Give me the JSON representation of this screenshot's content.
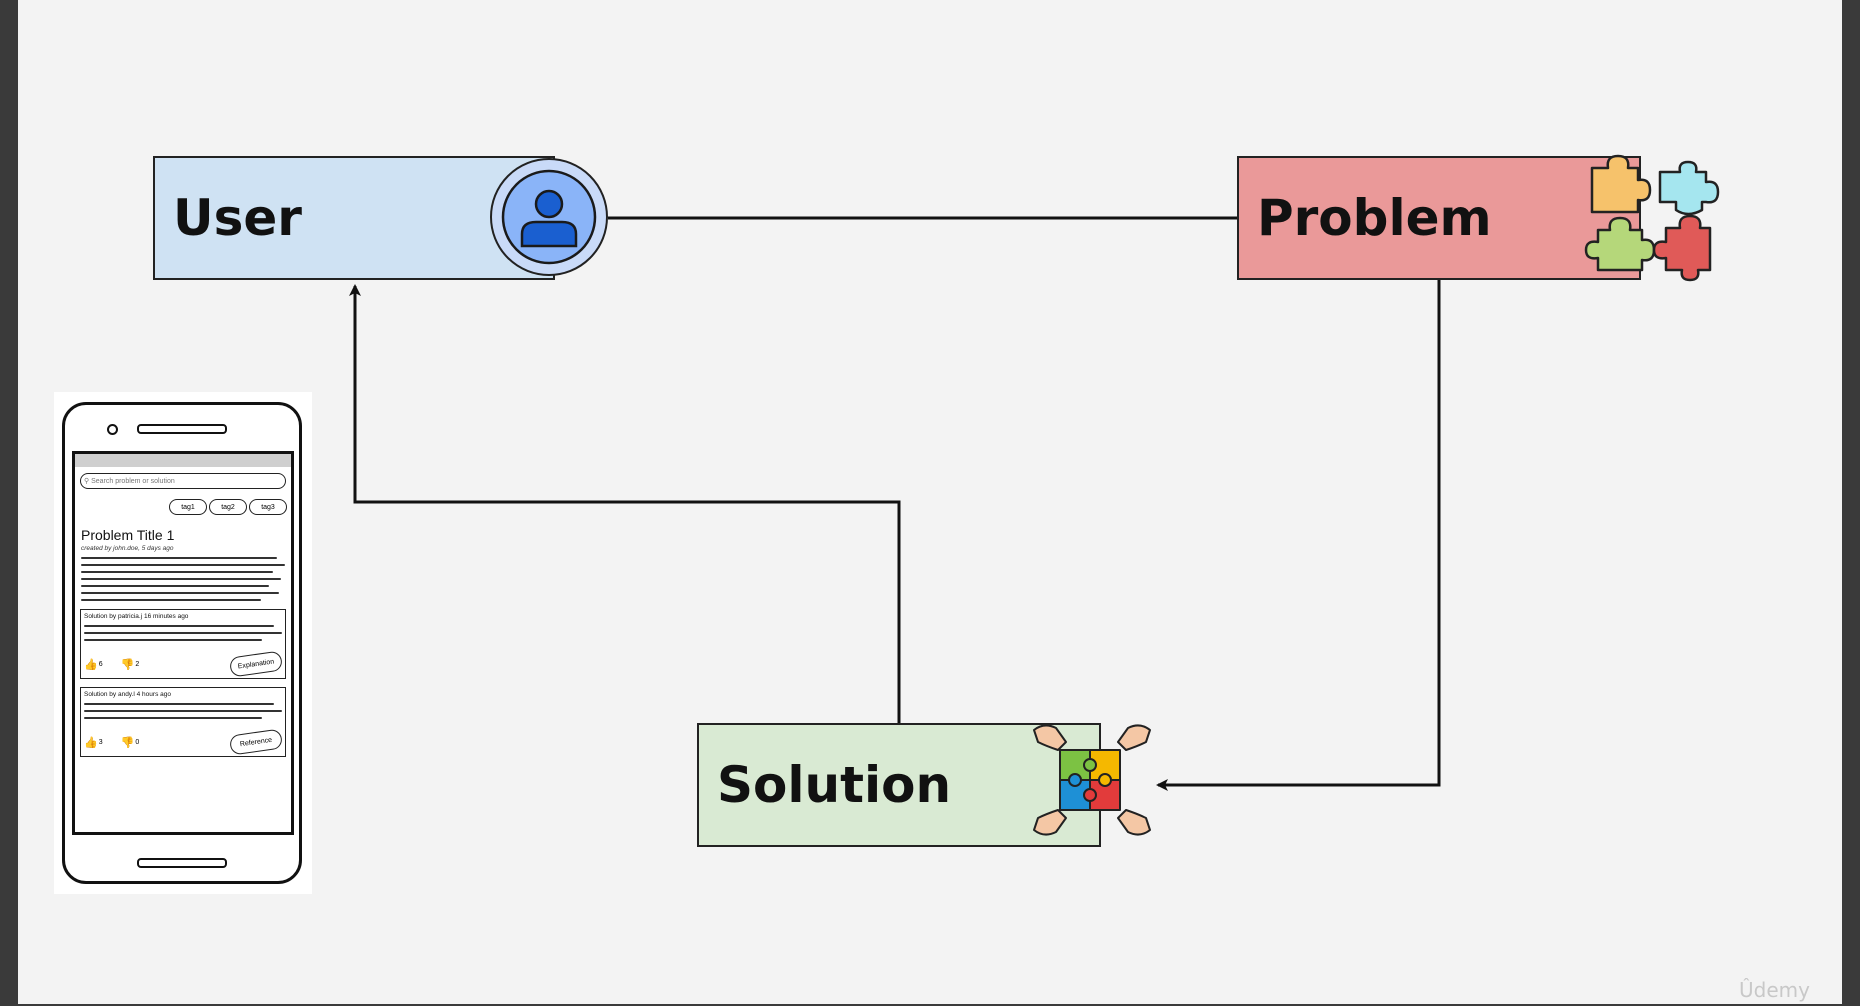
{
  "diagram": {
    "nodes": {
      "user": {
        "label": "User",
        "color": "#cfe2f3"
      },
      "problem": {
        "label": "Problem",
        "color": "#ea9999"
      },
      "solution": {
        "label": "Solution",
        "color": "#d9ead3"
      }
    },
    "edges": [
      {
        "from": "user",
        "to": "problem",
        "arrow": "none"
      },
      {
        "from": "problem",
        "to": "solution",
        "arrow": "end"
      },
      {
        "from": "solution",
        "to": "user",
        "arrow": "end"
      }
    ],
    "icons": {
      "user": "user-avatar-icon",
      "problem": "puzzle-pieces-icon",
      "solution": "puzzle-hands-icon"
    }
  },
  "wireframe": {
    "search_placeholder": "Search problem or solution",
    "tags": [
      "tag1",
      "tag2",
      "tag3"
    ],
    "problem_title": "Problem Title 1",
    "problem_meta": "created by john.doe, 5 days ago",
    "solutions": [
      {
        "header": "Solution by patricia.j 16 minutes ago",
        "likes": "6",
        "dislikes": "2",
        "pill": "Explanation"
      },
      {
        "header": "Solution by andy.l 4 hours ago",
        "likes": "3",
        "dislikes": "0",
        "pill": "Reference"
      }
    ]
  },
  "watermark": "Ûdemy"
}
